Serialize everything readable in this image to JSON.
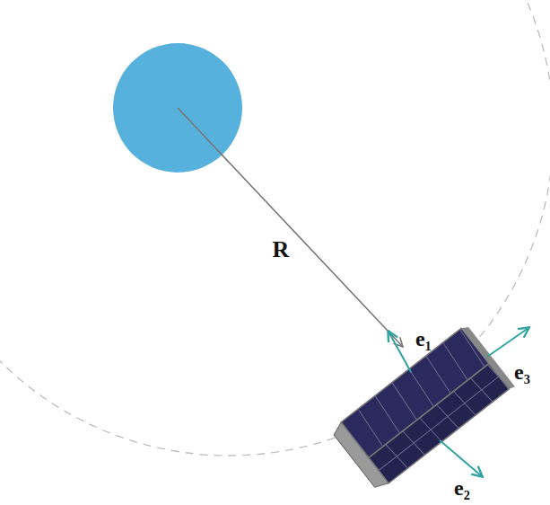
{
  "diagram": {
    "labels": [
      "R",
      "e₁",
      "e₂",
      "e₃"
    ]
  }
}
